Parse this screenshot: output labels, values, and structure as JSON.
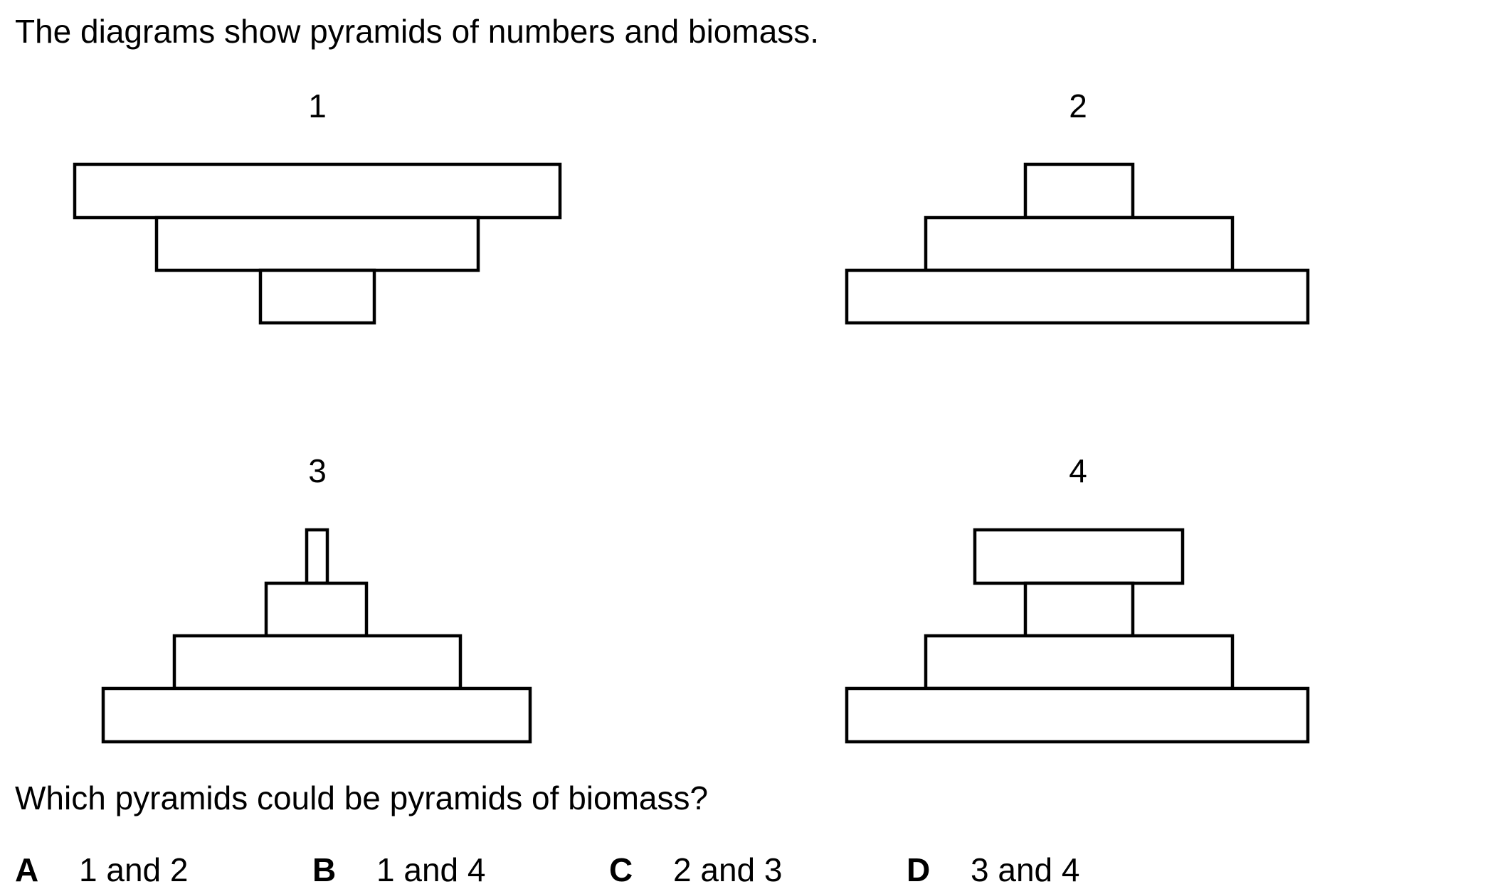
{
  "intro": "The diagrams show pyramids of numbers and biomass.",
  "pyramids": [
    {
      "label": "1"
    },
    {
      "label": "2"
    },
    {
      "label": "3"
    },
    {
      "label": "4"
    }
  ],
  "question": "Which pyramids could be pyramids of biomass?",
  "options": [
    {
      "letter": "A",
      "text": "1 and 2"
    },
    {
      "letter": "B",
      "text": "1 and 4"
    },
    {
      "letter": "C",
      "text": "2 and 3"
    },
    {
      "letter": "D",
      "text": "3 and 4"
    }
  ]
}
